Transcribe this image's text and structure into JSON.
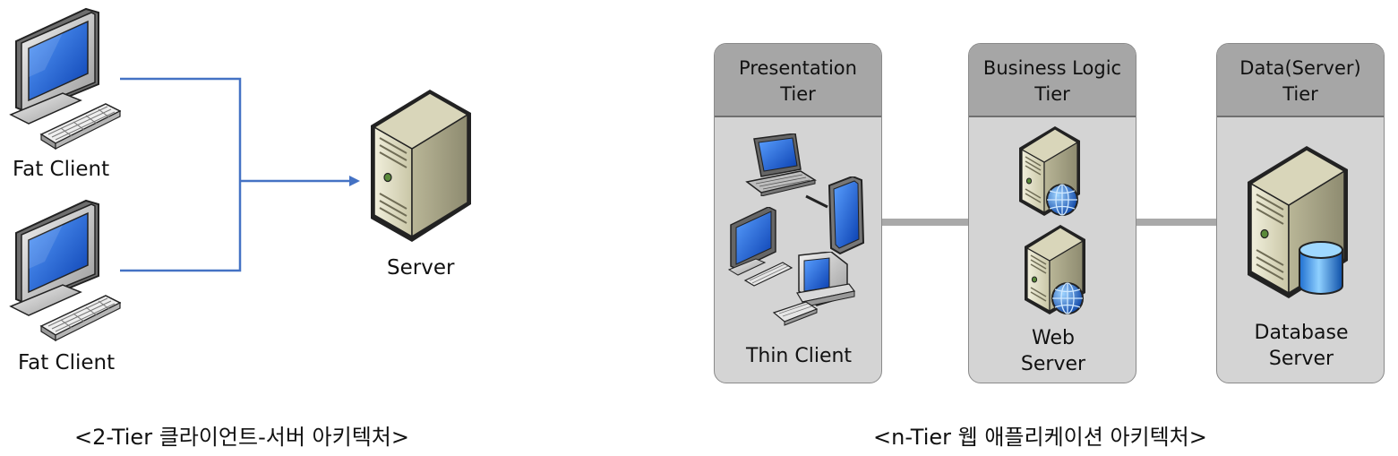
{
  "left_diagram": {
    "clients": [
      {
        "label": "Fat Client"
      },
      {
        "label": "Fat Client"
      }
    ],
    "server": {
      "label": "Server"
    },
    "caption": "<2-Tier 클라이언트-서버 아키텍처>"
  },
  "right_diagram": {
    "tiers": [
      {
        "title_line1": "Presentation",
        "title_line2": "Tier",
        "content_label": "Thin Client",
        "content_label_line2": ""
      },
      {
        "title_line1": "Business Logic",
        "title_line2": "Tier",
        "content_label": "Web",
        "content_label_line2": "Server"
      },
      {
        "title_line1": "Data(Server)",
        "title_line2": "Tier",
        "content_label": "Database",
        "content_label_line2": "Server"
      }
    ],
    "caption": "<n-Tier 웹 애플리케이션 아키텍처>"
  },
  "colors": {
    "connector_blue": "#4472C4",
    "tier_body": "#D4D4D4",
    "tier_header": "#A6A6A6",
    "tier_link": "#A9A9A9"
  }
}
